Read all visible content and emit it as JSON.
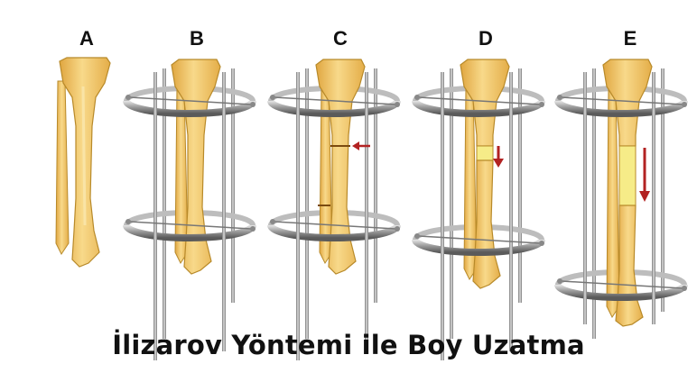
{
  "panels": [
    {
      "letter": "A",
      "stage": "bone-only"
    },
    {
      "letter": "B",
      "stage": "frame-attached"
    },
    {
      "letter": "C",
      "stage": "osteotomy"
    },
    {
      "letter": "D",
      "stage": "distraction-start"
    },
    {
      "letter": "E",
      "stage": "distraction-complete"
    }
  ],
  "caption": "İlizarov Yöntemi ile Boy Uzatma",
  "colors": {
    "bone": "#f0c060",
    "bone_light": "#f8dc90",
    "bone_outline": "#b88a2a",
    "callus": "#f6ec88",
    "ring": "#8a8a8a",
    "ring_light": "#d2d2d2",
    "rod": "#9a9a9a",
    "arrow": "#b22222"
  }
}
